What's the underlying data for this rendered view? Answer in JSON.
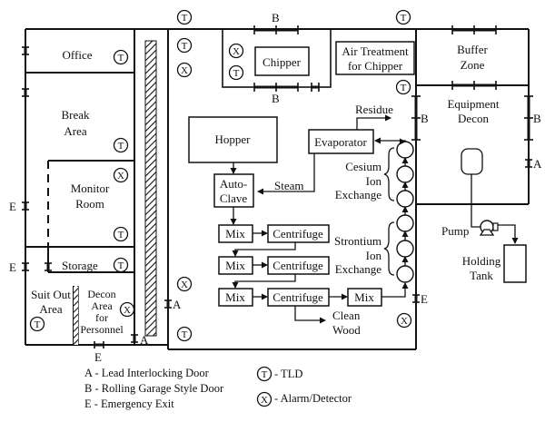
{
  "rooms": {
    "office": "Office",
    "break_area": [
      "Break",
      "Area"
    ],
    "monitor_room": [
      "Monitor",
      "Room"
    ],
    "storage": "Storage",
    "suit_out_area": [
      "Suit Out",
      "Area"
    ],
    "decon_personnel": [
      "Decon",
      "Area",
      "for",
      "Personnel"
    ],
    "chipper": "Chipper",
    "air_treatment": [
      "Air Treatment",
      "for Chipper"
    ],
    "buffer_zone": [
      "Buffer",
      "Zone"
    ],
    "equipment_decon": [
      "Equipment",
      "Decon"
    ]
  },
  "process": {
    "hopper": "Hopper",
    "autoclave": [
      "Auto-",
      "Clave"
    ],
    "evaporator": "Evaporator",
    "residue": "Residue",
    "steam": "Steam",
    "mix": "Mix",
    "centrifuge": "Centrifuge",
    "clean_wood": [
      "Clean",
      "Wood"
    ],
    "cesium": [
      "Cesium",
      "Ion",
      "Exchange"
    ],
    "strontium": [
      "Strontium",
      "Ion",
      "Exchange"
    ],
    "pump": "Pump",
    "holding_tank": [
      "Holding",
      "Tank"
    ]
  },
  "door_codes": {
    "A": "A",
    "B": "B",
    "E": "E"
  },
  "symbols": {
    "tld": "T",
    "alarm": "X"
  },
  "legend": {
    "a": "A - Lead Interlocking Door",
    "b": "B - Rolling Garage Style Door",
    "e": "E - Emergency Exit",
    "tld": "- TLD",
    "alarm": "- Alarm/Detector"
  }
}
